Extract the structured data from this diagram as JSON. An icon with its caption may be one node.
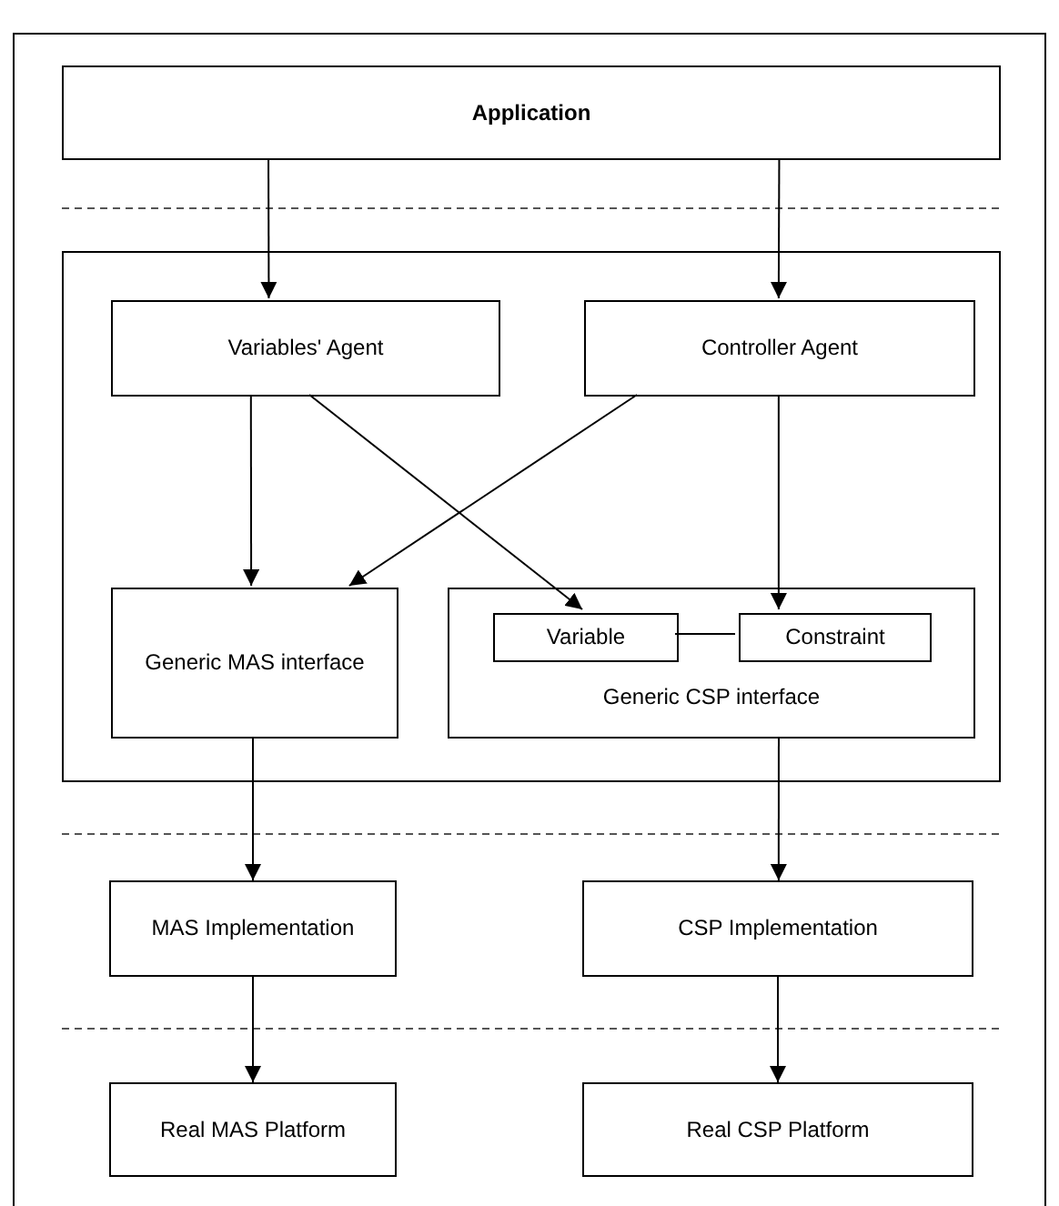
{
  "diagram": {
    "nodes": [
      {
        "text": [
          "Application"
        ]
      },
      {
        "text": [],
        "shape": "box"
      },
      {
        "text": [
          "Variables' Agent"
        ],
        "in": 1
      },
      {
        "text": [
          "Controller Agent"
        ],
        "in": 1
      },
      {
        "text": [
          "Generic MAS interface"
        ],
        "in": 1
      },
      {
        "text": [
          "Generic CSP interface"
        ],
        "in": 1
      },
      {
        "text": [
          "Variable"
        ],
        "in": 5
      },
      {
        "text": [
          "Constraint"
        ],
        "in": 5
      },
      {
        "text": [
          "MAS Implementation"
        ]
      },
      {
        "text": [
          "CSP Implementation"
        ]
      },
      {
        "text": [
          "Real MAS Platform"
        ]
      },
      {
        "text": [
          "Real CSP Platform"
        ]
      }
    ],
    "edges": [
      {
        "from": 0,
        "to": 2,
        "arrow": "to"
      },
      {
        "from": 0,
        "to": 3,
        "arrow": "to"
      },
      {
        "from": 2,
        "to": 4,
        "arrow": "to"
      },
      {
        "from": 2,
        "to": 6,
        "arrow": "to"
      },
      {
        "from": 3,
        "to": 4,
        "arrow": "to"
      },
      {
        "from": 3,
        "to": 7,
        "arrow": "to"
      },
      {
        "from": 6,
        "to": 7,
        "arrow": "none"
      },
      {
        "from": 4,
        "to": 8,
        "arrow": "to"
      },
      {
        "from": 5,
        "to": 9,
        "arrow": "to"
      },
      {
        "from": 8,
        "to": 10,
        "arrow": "to"
      },
      {
        "from": 9,
        "to": 11,
        "arrow": "to"
      }
    ]
  }
}
